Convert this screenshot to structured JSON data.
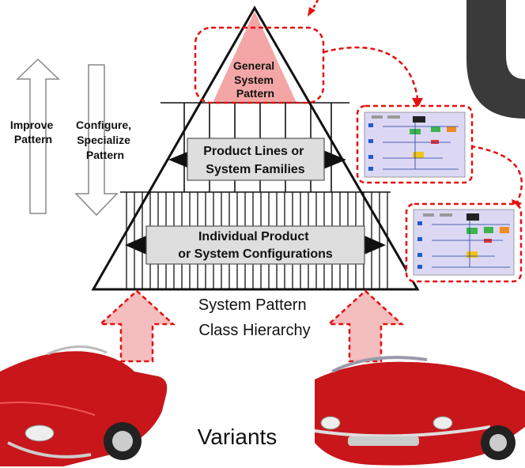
{
  "pyramid": {
    "top_label": [
      "General",
      "System",
      "Pattern"
    ],
    "middle_label": [
      "Product Lines or",
      "System Families"
    ],
    "bottom_label": [
      "Individual Product",
      "or System Configurations"
    ]
  },
  "left_arrows": {
    "up_label": [
      "Improve",
      "Pattern"
    ],
    "down_label": [
      "Configure,",
      "Specialize",
      "Pattern"
    ]
  },
  "caption": [
    "System Pattern",
    "Class Hierarchy"
  ],
  "variants_label": "Variants",
  "colors": {
    "highlight_fill": "#f4a6a6",
    "dashed_red": "#e41010",
    "box_gray": "#dedede",
    "car_red": "#c8161b",
    "dark_shape": "#3a3a3a",
    "panel_bg": "#dcd8f4"
  }
}
